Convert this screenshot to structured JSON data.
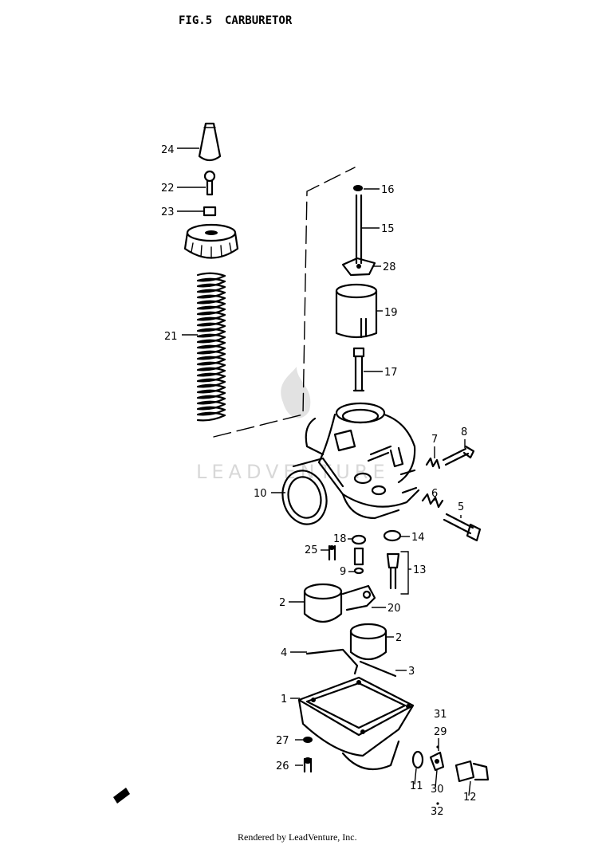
{
  "header": {
    "fig_number": "FIG.5",
    "title": "CARBURETOR"
  },
  "watermark": "LEADVENTURE",
  "footer": "Rendered by LeadVenture, Inc.",
  "callouts": [
    {
      "id": "24",
      "label": "24"
    },
    {
      "id": "22",
      "label": "22"
    },
    {
      "id": "23",
      "label": "23"
    },
    {
      "id": "21",
      "label": "21"
    },
    {
      "id": "16",
      "label": "16"
    },
    {
      "id": "15",
      "label": "15"
    },
    {
      "id": "28",
      "label": "28"
    },
    {
      "id": "19",
      "label": "19"
    },
    {
      "id": "17",
      "label": "17"
    },
    {
      "id": "7",
      "label": "7"
    },
    {
      "id": "8",
      "label": "8"
    },
    {
      "id": "10",
      "label": "10"
    },
    {
      "id": "6",
      "label": "6"
    },
    {
      "id": "5",
      "label": "5"
    },
    {
      "id": "25",
      "label": "25"
    },
    {
      "id": "18",
      "label": "18"
    },
    {
      "id": "14",
      "label": "14"
    },
    {
      "id": "9",
      "label": "9"
    },
    {
      "id": "13",
      "label": "13"
    },
    {
      "id": "2a",
      "label": "2"
    },
    {
      "id": "20",
      "label": "20"
    },
    {
      "id": "2b",
      "label": "2"
    },
    {
      "id": "4",
      "label": "4"
    },
    {
      "id": "3",
      "label": "3"
    },
    {
      "id": "1",
      "label": "1"
    },
    {
      "id": "31",
      "label": "31"
    },
    {
      "id": "29",
      "label": "29"
    },
    {
      "id": "27",
      "label": "27"
    },
    {
      "id": "26",
      "label": "26"
    },
    {
      "id": "11",
      "label": "11"
    },
    {
      "id": "30",
      "label": "30"
    },
    {
      "id": "32",
      "label": "32"
    },
    {
      "id": "12",
      "label": "12"
    }
  ]
}
